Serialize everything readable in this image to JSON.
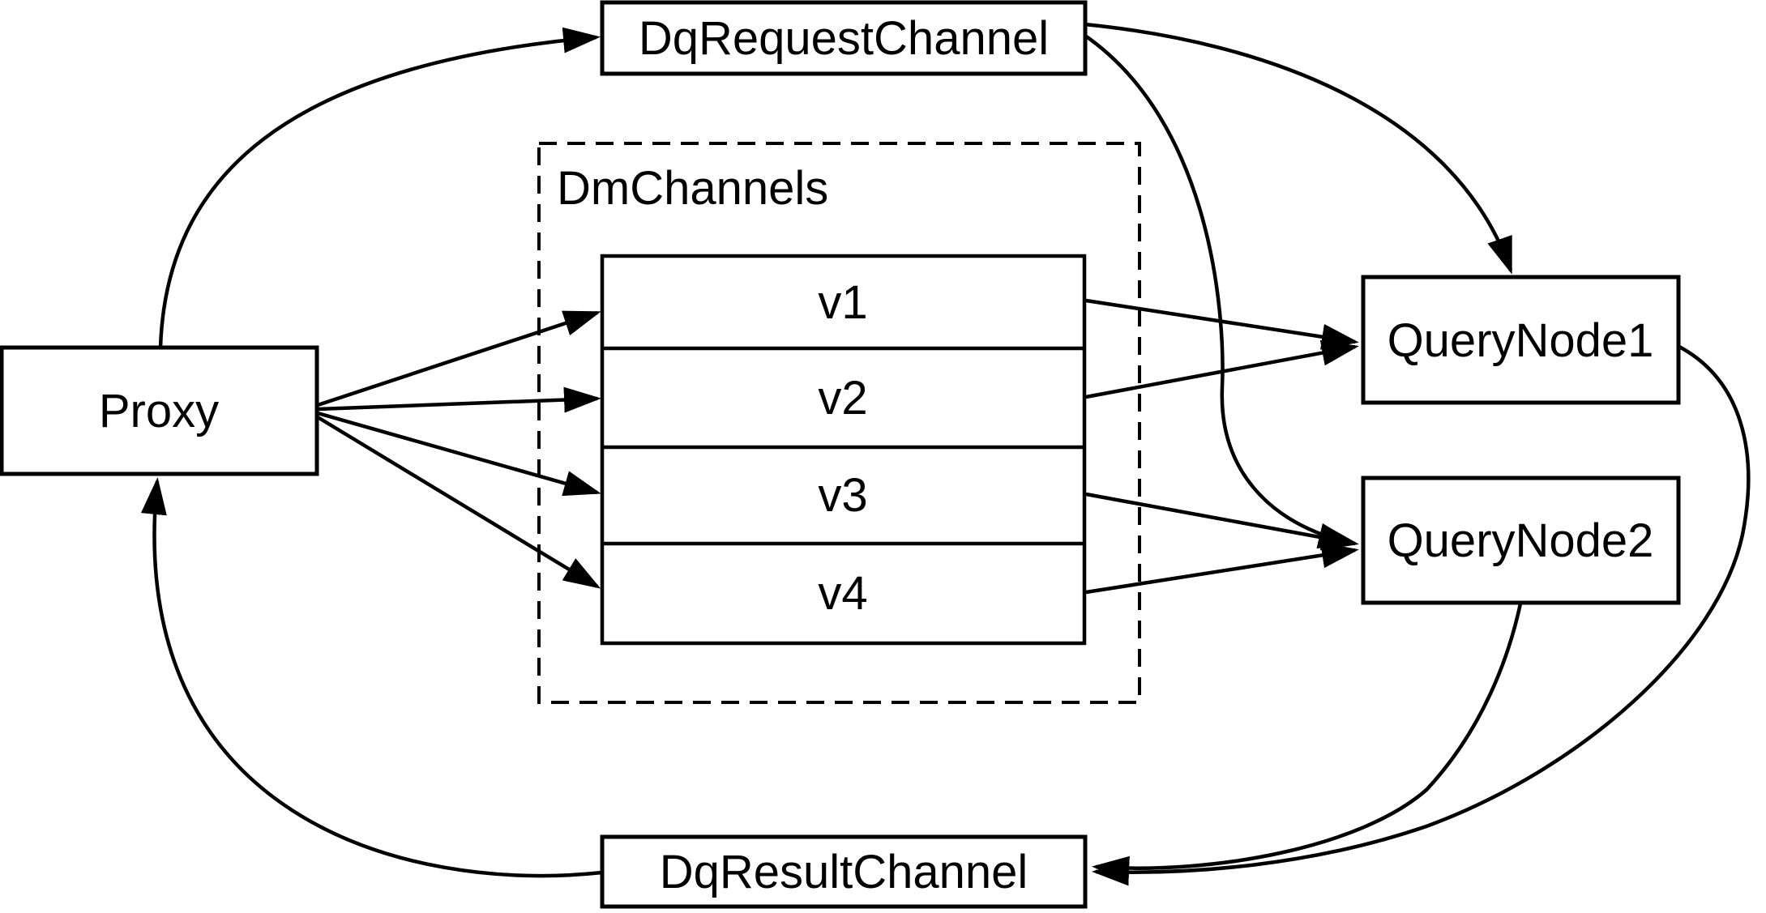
{
  "diagram": {
    "title": "query flow diagram",
    "background_color": "#ffffff",
    "stroke_color": "#000000",
    "nodes": {
      "dq_request_channel": {
        "label": "DqRequestChannel"
      },
      "proxy": {
        "label": "Proxy"
      },
      "dm_channels_group": {
        "label": "DmChannels"
      },
      "query_node1": {
        "label": "QueryNode1"
      },
      "query_node2": {
        "label": "QueryNode2"
      },
      "dq_result_channel": {
        "label": "DqResultChannel"
      }
    },
    "channels": [
      {
        "label": "v1"
      },
      {
        "label": "v2"
      },
      {
        "label": "v3"
      },
      {
        "label": "v4"
      }
    ],
    "edges": [
      {
        "from": "Proxy",
        "to": "DqRequestChannel"
      },
      {
        "from": "DqRequestChannel",
        "to": "QueryNode1"
      },
      {
        "from": "DqRequestChannel",
        "to": "QueryNode2"
      },
      {
        "from": "Proxy",
        "to": "v1"
      },
      {
        "from": "Proxy",
        "to": "v2"
      },
      {
        "from": "Proxy",
        "to": "v3"
      },
      {
        "from": "Proxy",
        "to": "v4"
      },
      {
        "from": "v1",
        "to": "QueryNode1"
      },
      {
        "from": "v2",
        "to": "QueryNode1"
      },
      {
        "from": "v3",
        "to": "QueryNode2"
      },
      {
        "from": "v4",
        "to": "QueryNode2"
      },
      {
        "from": "QueryNode1",
        "to": "DqResultChannel"
      },
      {
        "from": "QueryNode2",
        "to": "DqResultChannel"
      },
      {
        "from": "DqResultChannel",
        "to": "Proxy"
      }
    ]
  }
}
